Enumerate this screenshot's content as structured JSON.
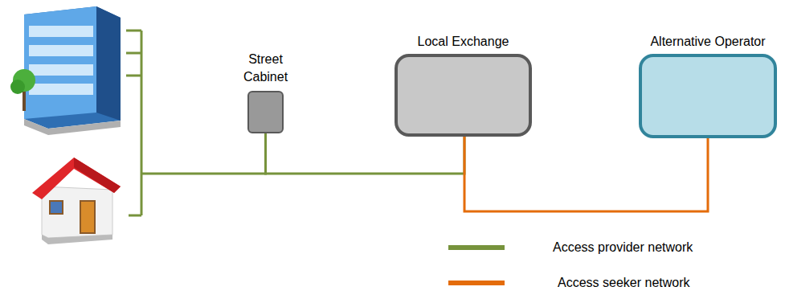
{
  "diagram": {
    "nodes": [
      {
        "text": [
          "Street Cabinet"
        ]
      },
      {
        "text": [
          "Local Exchange"
        ]
      },
      {
        "text": [
          "Alternative Operator"
        ]
      }
    ],
    "edges": [
      {
        "from": 0,
        "to": 1,
        "arrow": "none"
      },
      {
        "from": 1,
        "to": 2,
        "arrow": "none"
      }
    ],
    "legend": [
      {
        "text": "Access provider network",
        "color": "#77933c"
      },
      {
        "text": "Access seeker network",
        "color": "#e46c0a"
      }
    ]
  }
}
